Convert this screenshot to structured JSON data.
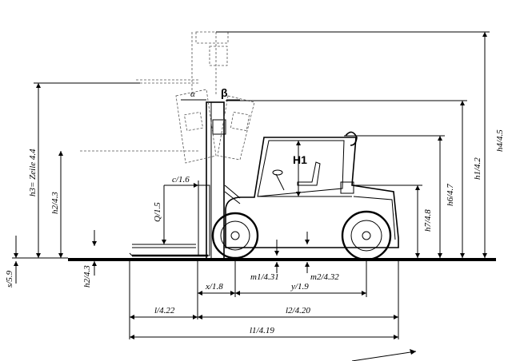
{
  "labels": {
    "h4": "h4/4.5",
    "h1": "h1/4.2",
    "h6": "h6/4.7",
    "h7": "h7/4.8",
    "h3": "h3= Zeile 4.4",
    "h2": "h2/4.3",
    "c": "c/1.6",
    "Q": "Q/1.5",
    "s": "s/5.9",
    "h2b": "h2/4.3",
    "x": "x/1.8",
    "m1": "m1/4.31",
    "m2": "m2/4.32",
    "y": "y/1.9",
    "l": "l/4.22",
    "l2": "l2/4.20",
    "l1": "l1/4.19",
    "H1": "H1",
    "alpha": "α",
    "beta": "β"
  }
}
